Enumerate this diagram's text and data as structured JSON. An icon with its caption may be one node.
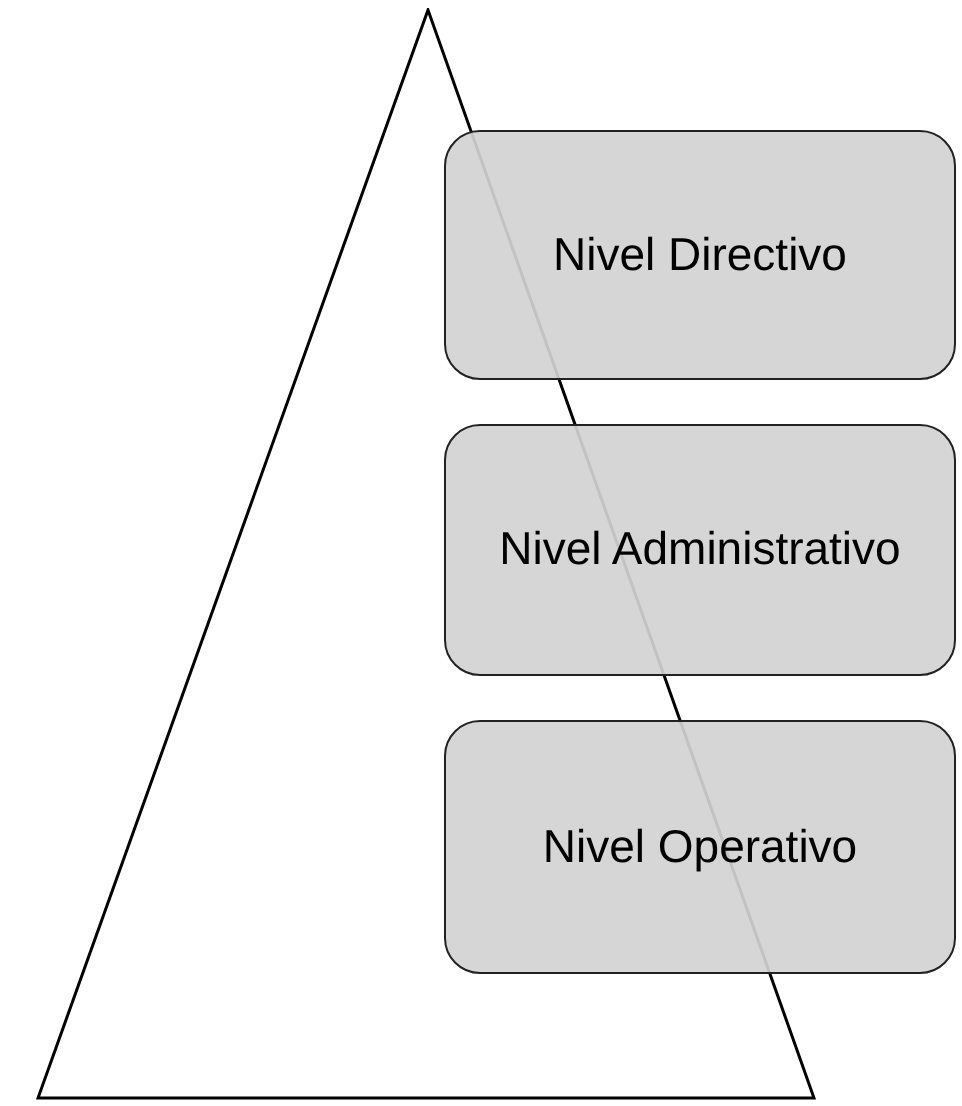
{
  "diagram": {
    "nodes": [
      {
        "text": [],
        "shape": "triangle"
      },
      {
        "text": [
          "Nivel Directivo"
        ]
      },
      {
        "text": [
          "Nivel Administrativo"
        ]
      },
      {
        "text": [
          "Nivel Operativo"
        ]
      }
    ]
  }
}
